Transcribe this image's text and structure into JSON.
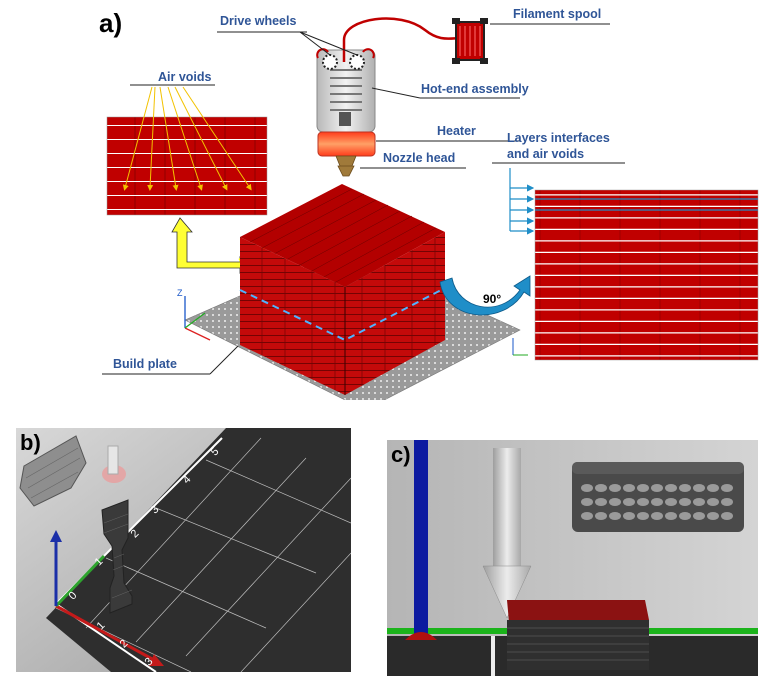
{
  "panel_a": {
    "label": "a)",
    "callouts": {
      "drive_wheels": "Drive wheels",
      "filament_spool": "Filament spool",
      "air_voids": "Air voids",
      "hot_end": "Hot-end assembly",
      "heater": "Heater",
      "nozzle_head": "Nozzle head",
      "layers": "Layers interfaces\nand air voids",
      "build_plate": "Build plate"
    },
    "rotation_label": "90°",
    "axis_z": "Z"
  },
  "panel_b": {
    "label": "b)",
    "grid_ticks_x": [
      "0",
      "1",
      "2",
      "3"
    ],
    "grid_ticks_y": [
      "1",
      "2",
      "3",
      "4",
      "5"
    ]
  },
  "panel_c": {
    "label": "c)"
  },
  "colors": {
    "callout_text": "#2f5597",
    "layer_red": "#c00000",
    "arrow_blue": "#1f8ec8",
    "voids_yellow": "#f2c200",
    "heater_orange": "#ff5a2a"
  }
}
